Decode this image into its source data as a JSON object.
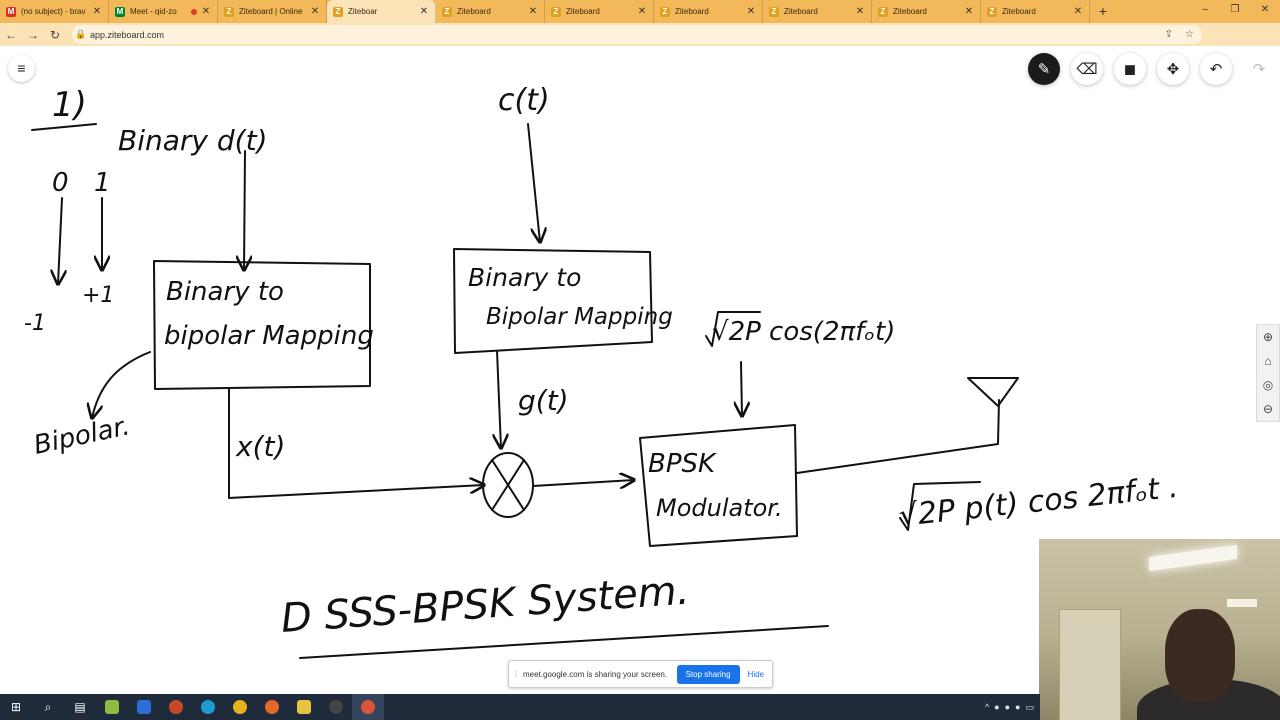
{
  "tabs": [
    {
      "title": "(no subject) - brav",
      "favicon": "gmail-icon",
      "color": "#d93025",
      "letter": "M"
    },
    {
      "title": "Meet - qid-zo",
      "favicon": "meet-icon",
      "color": "#00832d",
      "letter": "M",
      "recording": true
    },
    {
      "title": "Ziteboard | Online",
      "favicon": "ziteboard-icon",
      "color": "#e0a020",
      "letter": "Z"
    },
    {
      "title": "Ziteboar",
      "favicon": "ziteboard-icon",
      "color": "#e0a020",
      "letter": "Z",
      "active": true
    },
    {
      "title": "Ziteboard",
      "favicon": "ziteboard-icon",
      "color": "#e0a020",
      "letter": "Z"
    },
    {
      "title": "Ziteboard",
      "favicon": "ziteboard-icon",
      "color": "#e0a020",
      "letter": "Z"
    },
    {
      "title": "Ziteboard",
      "favicon": "ziteboard-icon",
      "color": "#e0a020",
      "letter": "Z"
    },
    {
      "title": "Ziteboard",
      "favicon": "ziteboard-icon",
      "color": "#e0a020",
      "letter": "Z"
    },
    {
      "title": "Ziteboard",
      "favicon": "ziteboard-icon",
      "color": "#e0a020",
      "letter": "Z"
    },
    {
      "title": "Ziteboard",
      "favicon": "ziteboard-icon",
      "color": "#e0a020",
      "letter": "Z"
    }
  ],
  "address": {
    "url": "app.ziteboard.com"
  },
  "board": {
    "number": "1)",
    "dt_label": "Binary d(t)",
    "zero": "0",
    "one": "1",
    "minus_one": "-1",
    "plus_one": "+1",
    "bipolar": "Bipolar.",
    "block1": [
      "Binary to",
      "bipolar Mapping"
    ],
    "ct_label": "c(t)",
    "block2": [
      "Binary to",
      "Bipolar Mapping"
    ],
    "xt_label": "x(t)",
    "gt_label": "g(t)",
    "carrier": "√2P cos(2πfₒt)",
    "mod_block": [
      "BPSK",
      "Modulator."
    ],
    "output": "√2P p(t) cos 2πfₒt .",
    "title": "D SSS-BPSK System."
  },
  "share_banner": {
    "message": "meet.google.com is sharing your screen.",
    "stop_label": "Stop sharing",
    "hide_label": "Hide"
  },
  "colors": {
    "tabstrip": "#f3b85a",
    "active_tab": "#fbe3b8",
    "accent": "#1a73e8",
    "ink": "#111111"
  }
}
